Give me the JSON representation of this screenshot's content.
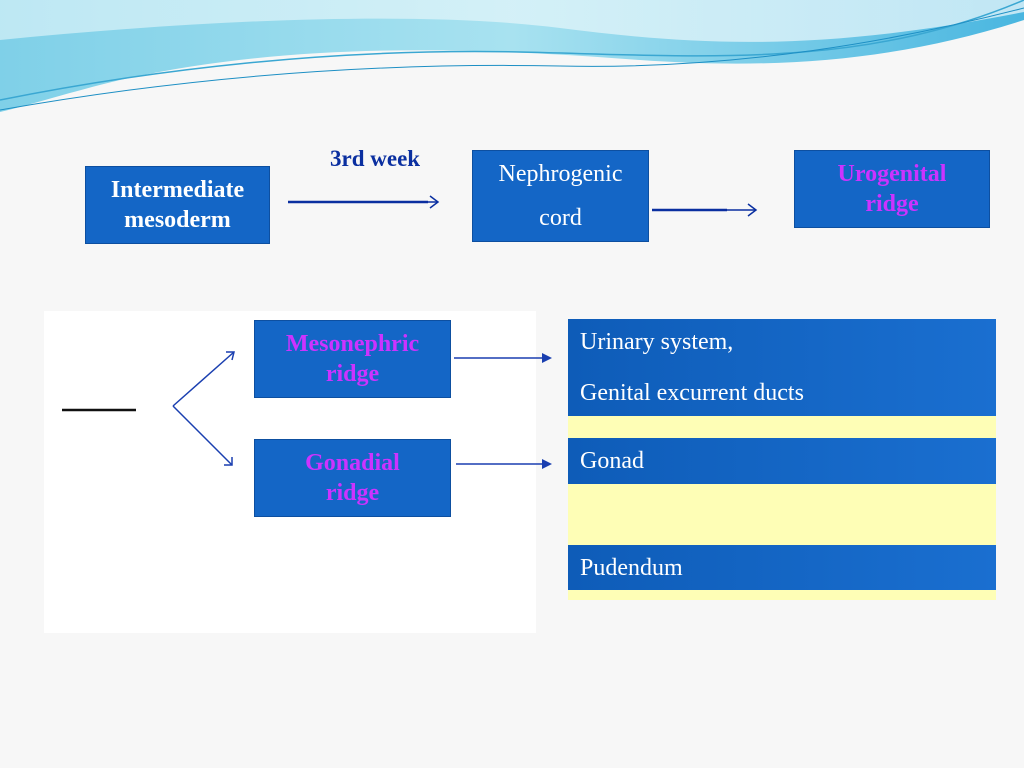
{
  "slide": {
    "label_week": "3rd week",
    "box_intermediate": [
      "Intermediate",
      "mesoderm"
    ],
    "box_nephrogenic": [
      "Nephrogenic",
      "cord"
    ],
    "box_urogenital": [
      "Urogenital",
      "ridge"
    ],
    "box_mesonephric": [
      "Mesonephric",
      "ridge"
    ],
    "box_gonadial": [
      "Gonadial",
      "ridge"
    ],
    "outcome_urinary": [
      "Urinary system,",
      "Genital excurrent ducts"
    ],
    "outcome_gonad": "Gonad",
    "outcome_pudendum": "Pudendum"
  },
  "colors": {
    "box_blue": "#1466c6",
    "label_magenta": "#cc33ff",
    "arrow_navy": "#0a2fa0",
    "highlight_yellow": "#fefeb6"
  }
}
